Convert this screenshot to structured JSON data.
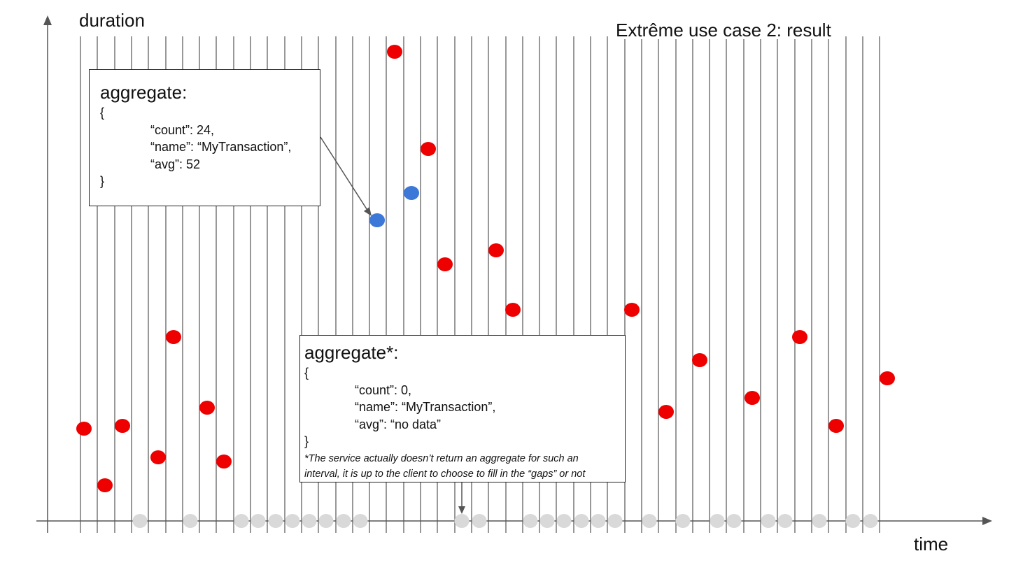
{
  "title": "Extrême use case 2: result",
  "axes": {
    "y_label": "duration",
    "x_label": "time"
  },
  "colors": {
    "request_dot": "#ee0000",
    "aggregate_dot": "#3c78d8",
    "empty_interval_dot": "#d9d9d9",
    "lines": "#555555"
  },
  "aggregate_box": {
    "heading": "aggregate:",
    "open_brace": "{",
    "count_line": "“count”: 24,",
    "name_line": "“name”: “MyTransaction”,",
    "avg_line": "“avg”: 52",
    "close_brace": "}"
  },
  "empty_aggregate_box": {
    "heading": "aggregate*:",
    "open_brace": "{",
    "count_line": "“count”: 0,",
    "name_line": "“name”: “MyTransaction”,",
    "avg_line": "“avg”: “no data”",
    "close_brace": "}",
    "note_line_1": "*The service actually doesn’t return an aggregate for such an",
    "note_line_2": "interval, it is up to the client to choose to fill in the “gaps” or not"
  }
}
